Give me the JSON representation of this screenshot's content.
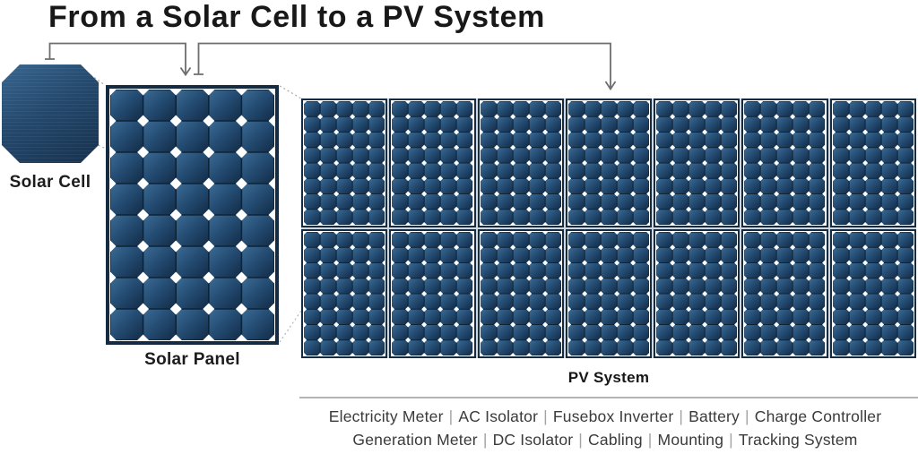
{
  "title": "From a Solar Cell to a PV System",
  "labels": {
    "solar_cell": "Solar Cell",
    "solar_panel": "Solar Panel",
    "pv_system": "PV System"
  },
  "components": {
    "separator": "|",
    "line1": [
      "Electricity Meter",
      "AC Isolator",
      "Fusebox Inverter",
      "Battery",
      "Charge Controller"
    ],
    "line2": [
      "Generation Meter",
      "DC Isolator",
      "Cabling",
      "Mounting",
      "Tracking System"
    ]
  },
  "panel_grid": {
    "cols": 5,
    "rows": 8
  },
  "pv_grid": {
    "module_cols": 7,
    "module_rows": 2,
    "cell_cols": 5,
    "cell_rows": 8
  },
  "colors": {
    "cell_gradient_light": "#3a6a94",
    "cell_gradient_mid": "#234a70",
    "cell_gradient_dark": "#132c47",
    "grid_line": "#0d2337",
    "frame": "#152b41",
    "module_gap": "#cfd7dd",
    "diamond": "#ffffff",
    "title_text": "#181818",
    "label_text": "#1c1c1c",
    "body_text": "#3a3a3a",
    "pipe_text": "#a3a3a3",
    "connector": "#6e6e6e",
    "dotted": "#a8a8a8",
    "divider": "#b4b4b4"
  }
}
